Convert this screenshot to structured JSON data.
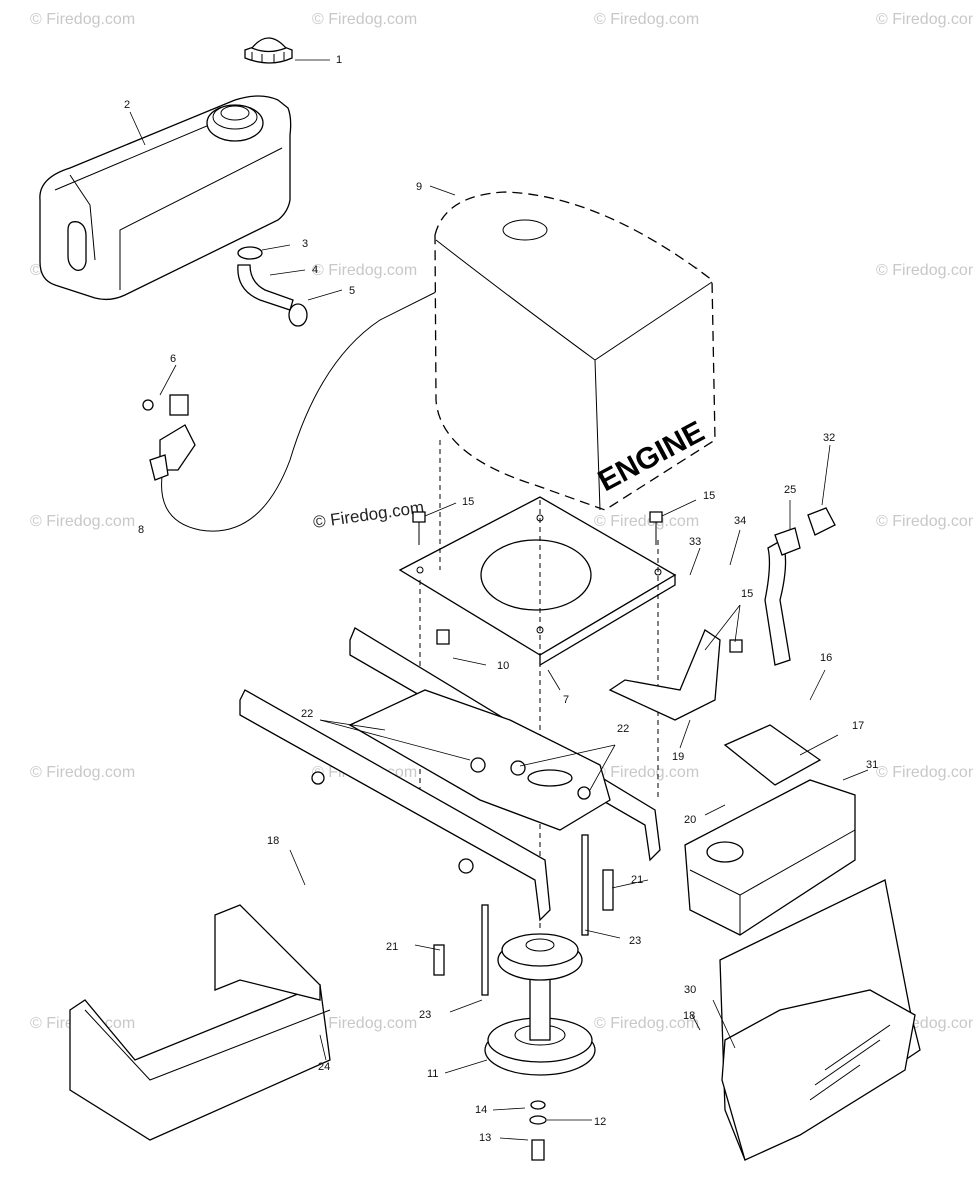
{
  "diagram": {
    "engine_label": "ENGINE",
    "watermark_text": "© Firedog.com",
    "callouts": [
      "1",
      "2",
      "3",
      "4",
      "5",
      "6",
      "7",
      "8",
      "9",
      "10",
      "11",
      "12",
      "13",
      "14",
      "15",
      "16",
      "17",
      "18",
      "19",
      "20",
      "21",
      "22",
      "23",
      "24",
      "25",
      "30",
      "31",
      "32",
      "33",
      "34"
    ]
  }
}
